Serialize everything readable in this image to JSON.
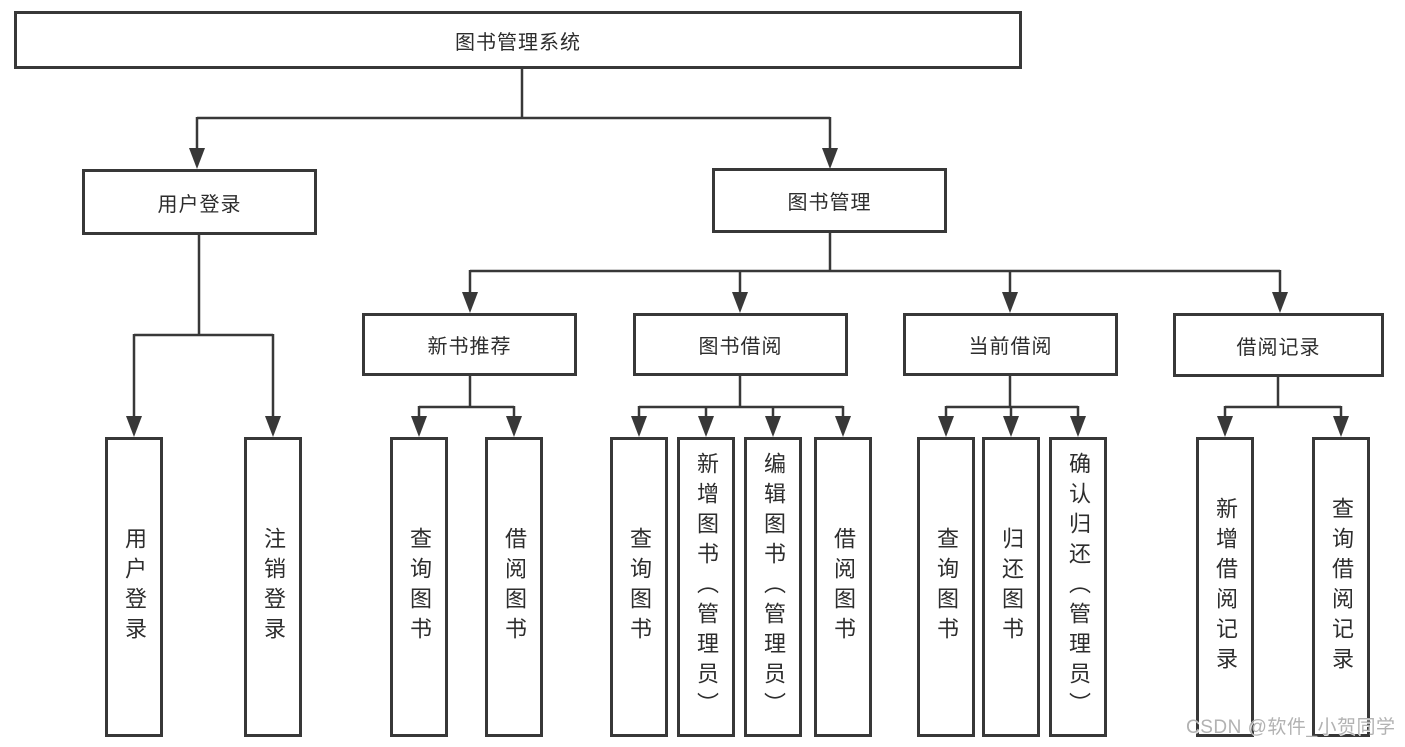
{
  "diagram": {
    "title": "图书管理系统",
    "branches": [
      {
        "label": "用户登录",
        "children": [
          {
            "label": "用户登录"
          },
          {
            "label": "注销登录"
          }
        ]
      },
      {
        "label": "图书管理",
        "children": [
          {
            "label": "新书推荐",
            "children": [
              {
                "label": "查询图书"
              },
              {
                "label": "借阅图书"
              }
            ]
          },
          {
            "label": "图书借阅",
            "children": [
              {
                "label": "查询图书"
              },
              {
                "label": "新增图书（管理员）"
              },
              {
                "label": "编辑图书（管理员）"
              },
              {
                "label": "借阅图书"
              }
            ]
          },
          {
            "label": "当前借阅",
            "children": [
              {
                "label": "查询图书"
              },
              {
                "label": "归还图书"
              },
              {
                "label": "确认归还（管理员）"
              }
            ]
          },
          {
            "label": "借阅记录",
            "children": [
              {
                "label": "新增借阅记录"
              },
              {
                "label": "查询借阅记录"
              }
            ]
          }
        ]
      }
    ]
  },
  "watermark": {
    "text": "CSDN @软件_小贺同学"
  }
}
